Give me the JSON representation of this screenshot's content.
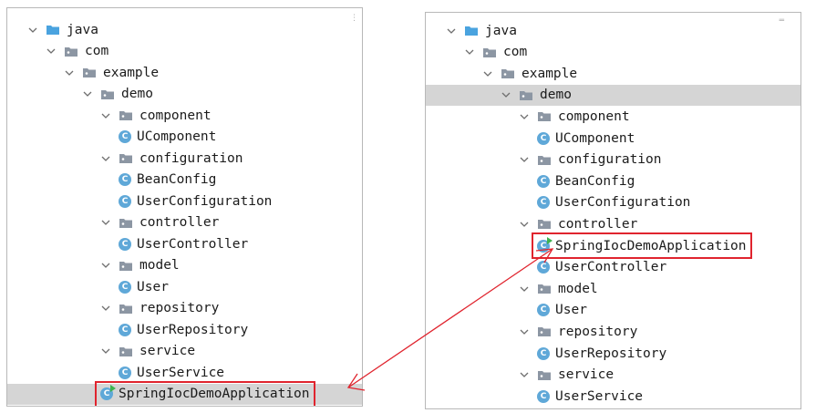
{
  "left_tree": {
    "rows": [
      {
        "label": "java",
        "kind": "source-folder",
        "depth": 0,
        "expanded": true
      },
      {
        "label": "com",
        "kind": "package",
        "depth": 1,
        "expanded": true
      },
      {
        "label": "example",
        "kind": "package",
        "depth": 2,
        "expanded": true
      },
      {
        "label": "demo",
        "kind": "package",
        "depth": 3,
        "expanded": true
      },
      {
        "label": "component",
        "kind": "package",
        "depth": 4,
        "expanded": true
      },
      {
        "label": "UComponent",
        "kind": "class",
        "depth": 5
      },
      {
        "label": "configuration",
        "kind": "package",
        "depth": 4,
        "expanded": true
      },
      {
        "label": "BeanConfig",
        "kind": "class",
        "depth": 5
      },
      {
        "label": "UserConfiguration",
        "kind": "class",
        "depth": 5
      },
      {
        "label": "controller",
        "kind": "package",
        "depth": 4,
        "expanded": true
      },
      {
        "label": "UserController",
        "kind": "class",
        "depth": 5
      },
      {
        "label": "model",
        "kind": "package",
        "depth": 4,
        "expanded": true
      },
      {
        "label": "User",
        "kind": "class",
        "depth": 5
      },
      {
        "label": "repository",
        "kind": "package",
        "depth": 4,
        "expanded": true
      },
      {
        "label": "UserRepository",
        "kind": "class",
        "depth": 5
      },
      {
        "label": "service",
        "kind": "package",
        "depth": 4,
        "expanded": true
      },
      {
        "label": "UserService",
        "kind": "class",
        "depth": 5
      },
      {
        "label": "SpringIocDemoApplication",
        "kind": "app-class",
        "depth": 4,
        "selected": true,
        "highlighted": true
      }
    ]
  },
  "right_tree": {
    "rows": [
      {
        "label": "java",
        "kind": "source-folder",
        "depth": 0,
        "expanded": true
      },
      {
        "label": "com",
        "kind": "package",
        "depth": 1,
        "expanded": true
      },
      {
        "label": "example",
        "kind": "package",
        "depth": 2,
        "expanded": true
      },
      {
        "label": "demo",
        "kind": "package",
        "depth": 3,
        "expanded": true,
        "selected": true
      },
      {
        "label": "component",
        "kind": "package",
        "depth": 4,
        "expanded": true
      },
      {
        "label": "UComponent",
        "kind": "class",
        "depth": 5
      },
      {
        "label": "configuration",
        "kind": "package",
        "depth": 4,
        "expanded": true
      },
      {
        "label": "BeanConfig",
        "kind": "class",
        "depth": 5
      },
      {
        "label": "UserConfiguration",
        "kind": "class",
        "depth": 5
      },
      {
        "label": "controller",
        "kind": "package",
        "depth": 4,
        "expanded": true
      },
      {
        "label": "SpringIocDemoApplication",
        "kind": "app-class",
        "depth": 5,
        "highlighted": true
      },
      {
        "label": "UserController",
        "kind": "class",
        "depth": 5
      },
      {
        "label": "model",
        "kind": "package",
        "depth": 4,
        "expanded": true
      },
      {
        "label": "User",
        "kind": "class",
        "depth": 5
      },
      {
        "label": "repository",
        "kind": "package",
        "depth": 4,
        "expanded": true
      },
      {
        "label": "UserRepository",
        "kind": "class",
        "depth": 5
      },
      {
        "label": "service",
        "kind": "package",
        "depth": 4,
        "expanded": true
      },
      {
        "label": "UserService",
        "kind": "class",
        "depth": 5
      }
    ]
  },
  "colors": {
    "highlight": "#e0242e",
    "selection": "#d5d5d5",
    "class_icon": "#5fa8d8",
    "run_badge": "#3fb34f",
    "folder_blue": "#4aa3df",
    "folder_gray": "#8c96a3"
  },
  "icons": {
    "chevron": "chevron-down-icon",
    "source_folder": "source-folder-icon",
    "package": "package-folder-icon",
    "class": "class-icon",
    "app_class": "spring-boot-app-class-icon"
  },
  "class_icon_letter": "C"
}
